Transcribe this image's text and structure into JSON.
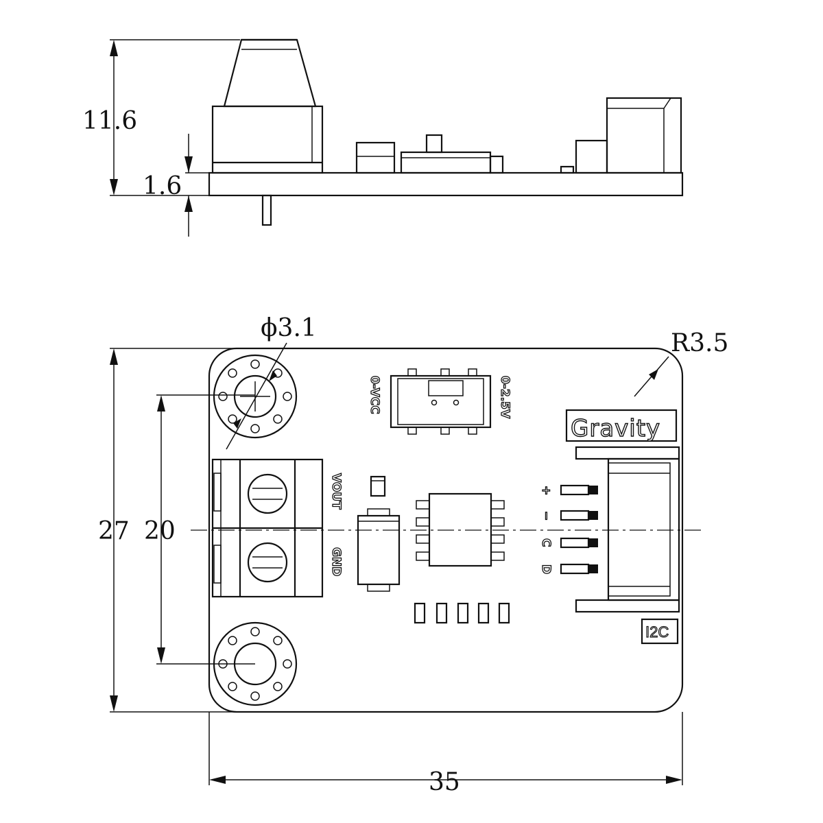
{
  "dimensions": {
    "total_height": "11.6",
    "board_thickness": "1.6",
    "hole_diameter": "ϕ3.1",
    "corner_radius": "R3.5",
    "board_height": "27",
    "hole_spacing": "20",
    "board_width": "35"
  },
  "labels": {
    "switch_left": "0-VCC",
    "switch_right": "0-2.5V",
    "terminal_top": "VOUT",
    "terminal_bottom": "GND",
    "brand": "Gravity",
    "interface": "I2C",
    "pins": [
      "+",
      "−",
      "C",
      "D"
    ]
  }
}
